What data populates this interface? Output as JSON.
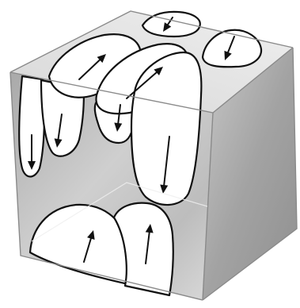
{
  "figure": {
    "kind": "magnetic-domain-cube",
    "colors": {
      "face_light": "#f0f0f0",
      "face_mid": "#cfcfcf",
      "face_dark": "#a7a7a7",
      "domain_fill": "#ffffff",
      "outline": "#111111"
    },
    "domains": [
      {
        "id": "top-face-small",
        "arrow": "down"
      },
      {
        "id": "top-face-right",
        "arrow": "down"
      },
      {
        "id": "front-left-tall",
        "arrow": "down"
      },
      {
        "id": "front-left-second",
        "arrow": "down"
      },
      {
        "id": "front-upper-diagonal",
        "arrow": "up"
      },
      {
        "id": "front-middle-small",
        "arrow": "down"
      },
      {
        "id": "front-upper-right",
        "arrow": "up"
      },
      {
        "id": "front-center-long",
        "arrow": "down"
      },
      {
        "id": "front-bottom-left",
        "arrow": "up"
      },
      {
        "id": "front-bottom-right",
        "arrow": "up"
      }
    ]
  }
}
